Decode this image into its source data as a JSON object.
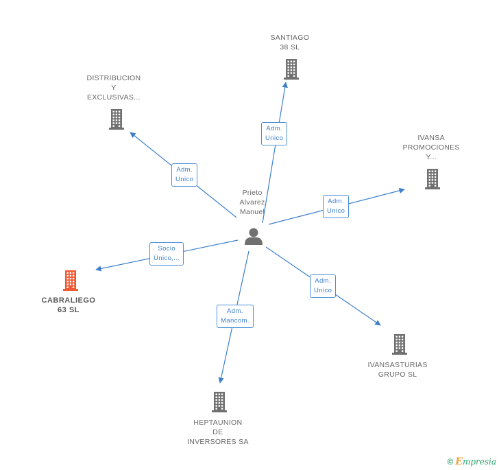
{
  "colors": {
    "edge": "#3b7fcc",
    "building": "#707070",
    "highlight": "#f05a32",
    "person": "#707070"
  },
  "center": {
    "name_lines": [
      "Prieto",
      "Alvarez",
      "Manuel"
    ],
    "icon": "person-icon"
  },
  "nodes": [
    {
      "id": "santiago",
      "lines": [
        "SANTIAGO",
        "38 SL"
      ],
      "icon": "building-icon",
      "highlight": false
    },
    {
      "id": "distribucion",
      "lines": [
        "DISTRIBUCION",
        "Y",
        "EXCLUSIVAS..."
      ],
      "icon": "building-icon",
      "highlight": false
    },
    {
      "id": "ivansa",
      "lines": [
        "IVANSA",
        "PROMOCIONES",
        "Y..."
      ],
      "icon": "building-icon",
      "highlight": false
    },
    {
      "id": "cabraliego",
      "lines": [
        "CABRALIEGO",
        "63 SL"
      ],
      "icon": "building-icon",
      "highlight": true
    },
    {
      "id": "ivansasturias",
      "lines": [
        "IVANSASTURIAS",
        "GRUPO SL"
      ],
      "icon": "building-icon",
      "highlight": false
    },
    {
      "id": "heptaunion",
      "lines": [
        "HEPTAUNION",
        "DE",
        "INVERSORES SA"
      ],
      "icon": "building-icon",
      "highlight": false
    }
  ],
  "edges": [
    {
      "to": "santiago",
      "label_lines": [
        "Adm.",
        "Unico"
      ]
    },
    {
      "to": "distribucion",
      "label_lines": [
        "Adm.",
        "Unico"
      ]
    },
    {
      "to": "ivansa",
      "label_lines": [
        "Adm.",
        "Unico"
      ]
    },
    {
      "to": "cabraliego",
      "label_lines": [
        "Socio",
        "Único,..."
      ]
    },
    {
      "to": "ivansasturias",
      "label_lines": [
        "Adm.",
        "Unico"
      ]
    },
    {
      "to": "heptaunion",
      "label_lines": [
        "Adm.",
        "Mancom."
      ]
    }
  ],
  "footer": {
    "copyright": "©",
    "brand_initial": "E",
    "brand_rest": "mpresia"
  }
}
